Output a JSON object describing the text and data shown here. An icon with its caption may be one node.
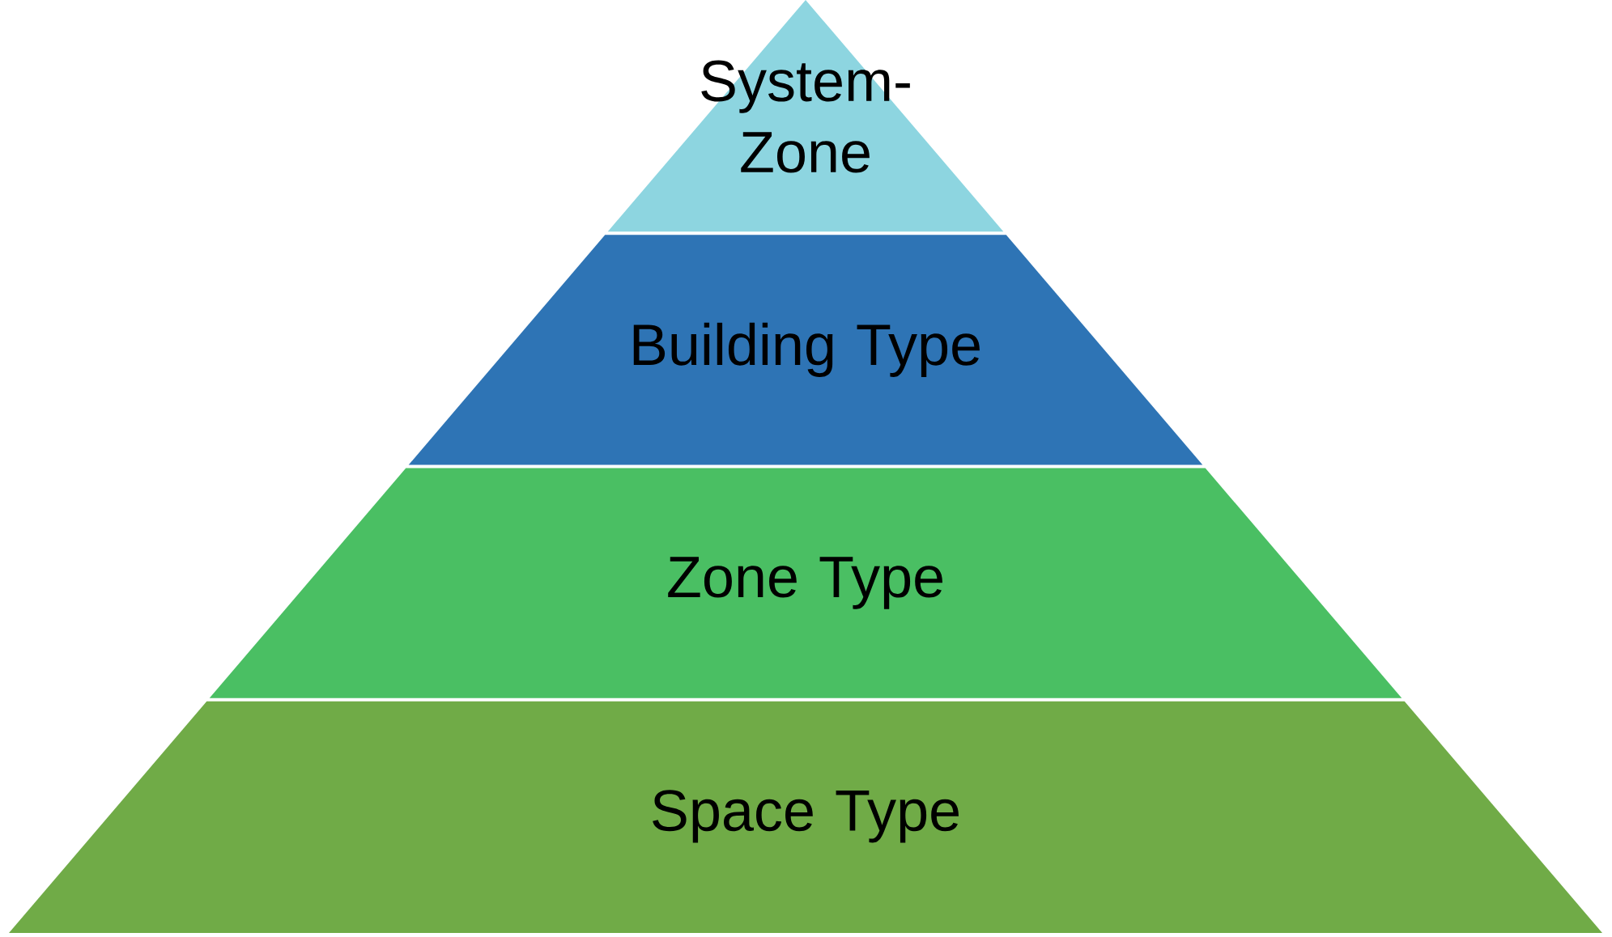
{
  "diagram": {
    "nodes": [
      {
        "text": [
          "System-Zone"
        ]
      },
      {
        "text": [
          "Building Type"
        ]
      },
      {
        "text": [
          "Zone Type"
        ]
      },
      {
        "text": [
          "Space Type"
        ]
      }
    ]
  }
}
